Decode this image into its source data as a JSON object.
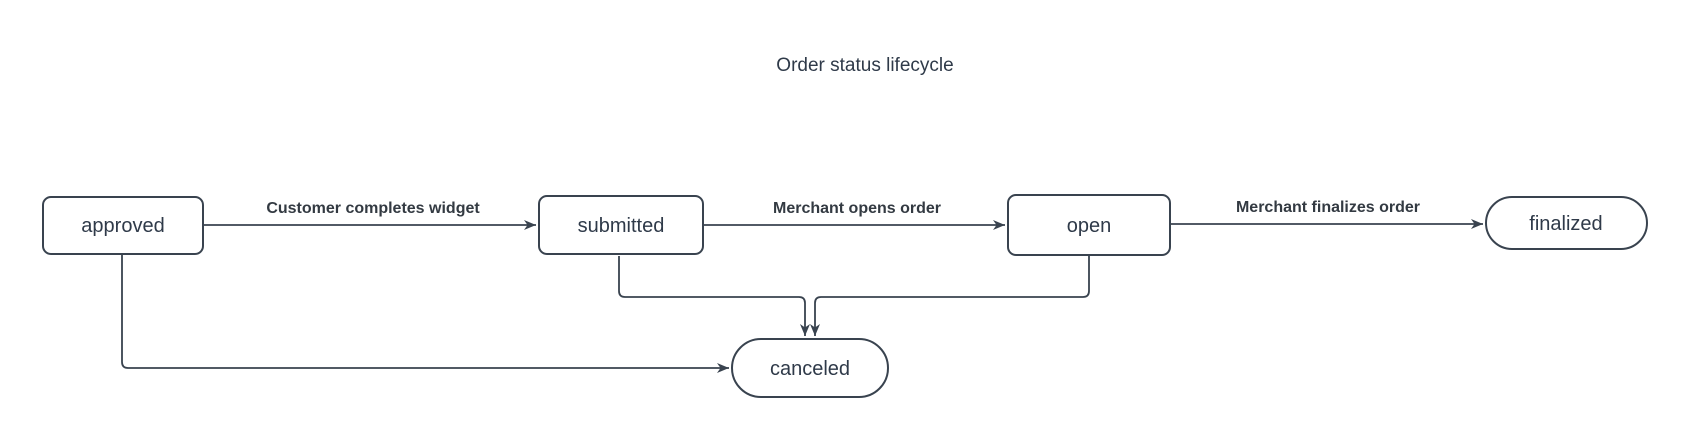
{
  "title": "Order status lifecycle",
  "colors": {
    "stroke": "#39434f",
    "node_fill": "#ffffff",
    "node_text": "#2f3a49",
    "edge_label": "#333a42",
    "background": "#ffffff"
  },
  "diagram": {
    "type": "flowchart",
    "nodes": [
      {
        "id": "approved",
        "label": "approved",
        "shape": "rounded-rectangle"
      },
      {
        "id": "submitted",
        "label": "submitted",
        "shape": "rounded-rectangle"
      },
      {
        "id": "open",
        "label": "open",
        "shape": "rounded-rectangle"
      },
      {
        "id": "finalized",
        "label": "finalized",
        "shape": "stadium"
      },
      {
        "id": "canceled",
        "label": "canceled",
        "shape": "stadium"
      }
    ],
    "edges": [
      {
        "from": "approved",
        "to": "submitted",
        "label": "Customer completes widget"
      },
      {
        "from": "submitted",
        "to": "open",
        "label": "Merchant opens order"
      },
      {
        "from": "open",
        "to": "finalized",
        "label": "Merchant finalizes order"
      },
      {
        "from": "approved",
        "to": "canceled",
        "label": ""
      },
      {
        "from": "submitted",
        "to": "canceled",
        "label": ""
      },
      {
        "from": "open",
        "to": "canceled",
        "label": ""
      }
    ]
  }
}
